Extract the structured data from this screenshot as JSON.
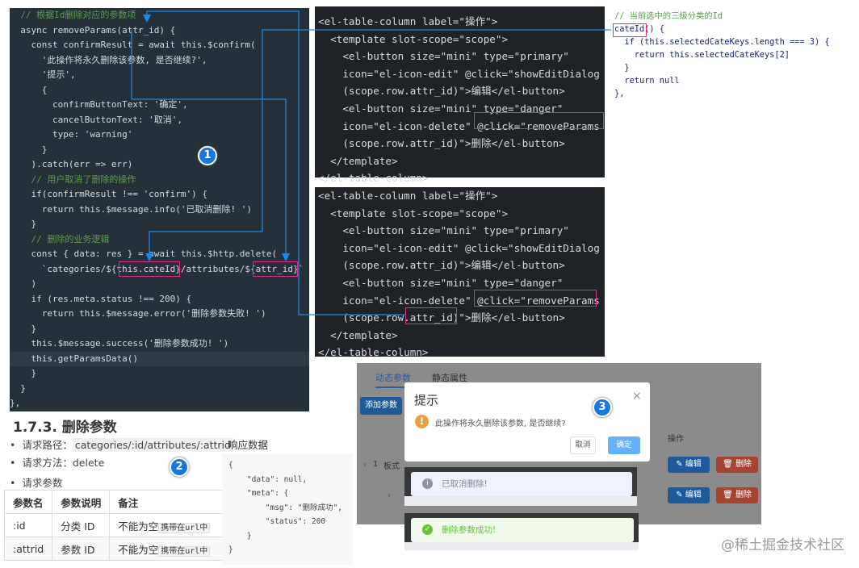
{
  "left_code": [
    {
      "text": "  // 根据Id删除对应的参数项",
      "comment": true
    },
    {
      "text": "  async removeParams(attr_id) {"
    },
    {
      "text": "    const confirmResult = await this.$confirm("
    },
    {
      "text": "      '此操作将永久删除该参数, 是否继续?',"
    },
    {
      "text": "      '提示',"
    },
    {
      "text": "      {"
    },
    {
      "text": "        confirmButtonText: '确定',"
    },
    {
      "text": "        cancelButtonText: '取消',"
    },
    {
      "text": "        type: 'warning'"
    },
    {
      "text": "      }"
    },
    {
      "text": "    ).catch(err => err)"
    },
    {
      "text": "    // 用户取消了删除的操作",
      "comment": true
    },
    {
      "text": "    if(confirmResult !== 'confirm') {"
    },
    {
      "text": "      return this.$message.info('已取消删除! ')"
    },
    {
      "text": "    }"
    },
    {
      "text": "    // 删除的业务逻辑",
      "comment": true
    },
    {
      "text": "    const { data: res } = await this.$http.delete("
    },
    {
      "text": "      `categories/${this.cateId}/attributes/${attr_id}`"
    },
    {
      "text": "    )"
    },
    {
      "text": "    if (res.meta.status !== 200) {"
    },
    {
      "text": "      return this.$message.error('删除参数失败! ')"
    },
    {
      "text": "    }"
    },
    {
      "text": "    this.$message.success('删除参数成功! ')"
    },
    {
      "text": "    this.getParamsData()"
    },
    {
      "text": "    }"
    },
    {
      "text": "  }"
    },
    {
      "text": "},"
    }
  ],
  "table_column_code": [
    "<el-table-column label=\"操作\">",
    "  <template slot-scope=\"scope\">",
    "    <el-button size=\"mini\" type=\"primary\"",
    "    icon=\"el-icon-edit\" @click=\"showEditDialog",
    "    (scope.row.attr_id)\">编辑</el-button>",
    "    <el-button size=\"mini\" type=\"danger\"",
    "    icon=\"el-icon-delete\" @click=\"removeParams",
    "    (scope.row.attr_id)\">删除</el-button>",
    "  </template>",
    "</el-table-column>"
  ],
  "computed_code": [
    {
      "text": "// 当前选中的三级分类的Id",
      "comment": true
    },
    {
      "text": "cateId() {"
    },
    {
      "text": "  if (this.selectedCateKeys.length === 3) {"
    },
    {
      "text": "    return this.selectedCateKeys[2]"
    },
    {
      "text": "  }"
    },
    {
      "text": "  return null"
    },
    {
      "text": "},"
    }
  ],
  "badges": [
    "1",
    "2",
    "3"
  ],
  "doc": {
    "title": "1.7.3. 删除参数",
    "path_label": "请求路径：",
    "path": "categories/:id/attributes/:attrid",
    "method": "请求方法：delete",
    "params_label": "请求参数",
    "headers": [
      "参数名",
      "参数说明",
      "备注"
    ],
    "rows": [
      {
        "name": ":id",
        "desc": "分类 ID",
        "note": "不能为空",
        "tag": "携带在url中"
      },
      {
        "name": ":attrid",
        "desc": "参数 ID",
        "note": "不能为空",
        "tag": "携带在url中"
      }
    ],
    "response_title": "响应数据",
    "response_body": "{\n    \"data\": null,\n    \"meta\": {\n        \"msg\": \"删除成功\",\n        \"status\": 200\n    }\n}"
  },
  "app": {
    "tabs": [
      "动态参数",
      "静态属性"
    ],
    "add_button": "添加参数",
    "ops_header": "操作",
    "row_label": "板式",
    "row_index": "1",
    "edit": "编辑",
    "delete": "删除",
    "dialog": {
      "title": "提示",
      "message": "此操作将永久删除该参数, 是否继续?",
      "cancel": "取消",
      "confirm": "确定",
      "close": "×"
    },
    "info_message": "已取消删除!",
    "success_message": "删除参数成功!"
  },
  "watermark": "@稀土掘金技术社区",
  "colors": {
    "arrow": "#1e88e5",
    "highlight": "#e0308a",
    "primary": "#409eff",
    "danger": "#c0392b"
  }
}
